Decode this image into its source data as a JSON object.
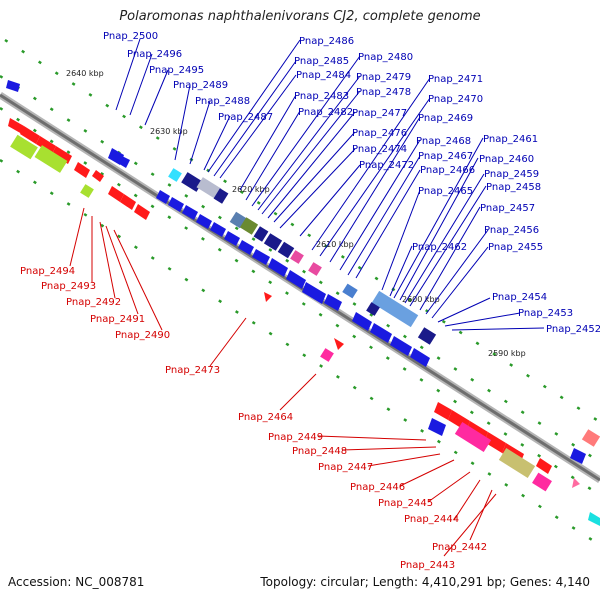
{
  "title": "Polaromonas naphthalenivorans CJ2, complete genome",
  "footer": {
    "accession": "Accession: NC_008781",
    "topology": "Topology: circular; Length: 4,410,291 bp; Genes: 4,140"
  },
  "ticks": [
    "2640 kbp",
    "2630 kbp",
    "2620 kbp",
    "2610 kbp",
    "2600 kbp",
    "2590 kbp"
  ],
  "genes_blue": [
    "Pnap_2500",
    "Pnap_2496",
    "Pnap_2495",
    "Pnap_2489",
    "Pnap_2488",
    "Pnap_2487",
    "Pnap_2486",
    "Pnap_2485",
    "Pnap_2484",
    "Pnap_2483",
    "Pnap_2482",
    "Pnap_2480",
    "Pnap_2479",
    "Pnap_2478",
    "Pnap_2477",
    "Pnap_2476",
    "Pnap_2474",
    "Pnap_2472",
    "Pnap_2471",
    "Pnap_2470",
    "Pnap_2469",
    "Pnap_2468",
    "Pnap_2467",
    "Pnap_2466",
    "Pnap_2465",
    "Pnap_2462",
    "Pnap_2461",
    "Pnap_2460",
    "Pnap_2459",
    "Pnap_2458",
    "Pnap_2457",
    "Pnap_2456",
    "Pnap_2455",
    "Pnap_2454",
    "Pnap_2453",
    "Pnap_2452"
  ],
  "genes_red": [
    "Pnap_2494",
    "Pnap_2493",
    "Pnap_2492",
    "Pnap_2491",
    "Pnap_2490",
    "Pnap_2473",
    "Pnap_2464",
    "Pnap_2449",
    "Pnap_2448",
    "Pnap_2447",
    "Pnap_2446",
    "Pnap_2445",
    "Pnap_2444",
    "Pnap_2442",
    "Pnap_2443"
  ],
  "colors": {
    "forward_label": "#0000b4",
    "reverse_label": "#d40000",
    "backbone": "#8a8a8a"
  }
}
